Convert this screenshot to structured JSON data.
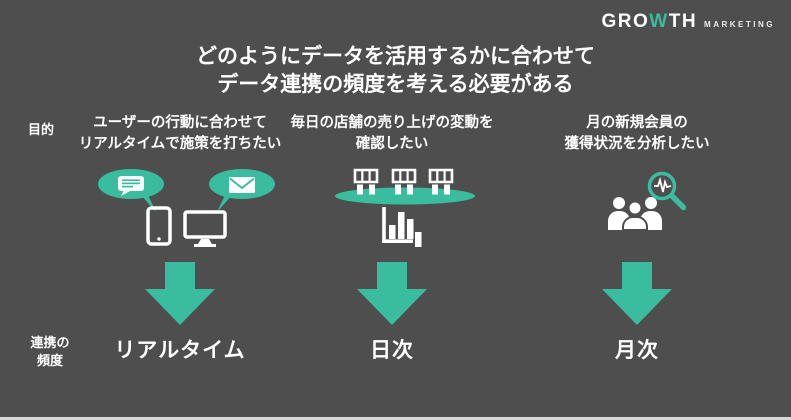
{
  "theme": {
    "background": "#4e4e4e",
    "accent": "#3abc9e",
    "text_color": "#ffffff",
    "bottom_strip": "#d9d9d9"
  },
  "logo": {
    "pre": "GRO",
    "w": "W",
    "post": "TH",
    "sub": "MARKETING"
  },
  "title": {
    "line1": "どのようにデータを活用するかに合わせて",
    "line2": "データ連携の頻度を考える必要がある"
  },
  "row_labels": {
    "purpose": "目的",
    "frequency_line1": "連携の",
    "frequency_line2": "頻度"
  },
  "columns": [
    {
      "purpose_line1": "ユーザーの行動に合わせて",
      "purpose_line2": "リアルタイムで施策を打ちたい",
      "frequency": "リアルタイム"
    },
    {
      "purpose_line1": "毎日の店舗の売り上げの変動を",
      "purpose_line2": "確認したい",
      "frequency": "日次"
    },
    {
      "purpose_line1": "月の新規会員の",
      "purpose_line2": "獲得状況を分析したい",
      "frequency": "月次"
    }
  ],
  "icons": {
    "column1": [
      "chat-speech-bubble-icon",
      "mail-speech-bubble-icon",
      "tablet-icon",
      "monitor-icon"
    ],
    "column2": [
      "storefront-icon",
      "storefront-icon",
      "storefront-icon",
      "platform-ellipse",
      "bar-chart-icon"
    ],
    "column3": [
      "pulse-magnifier-icon",
      "people-group-icon"
    ],
    "shared": [
      "down-arrow-icon"
    ]
  }
}
